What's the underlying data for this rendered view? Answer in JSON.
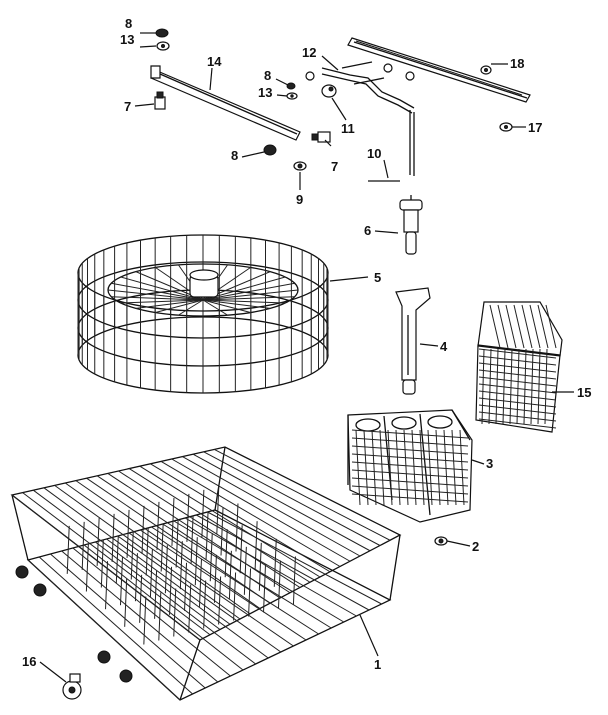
{
  "callouts": {
    "c1": "1",
    "c2": "2",
    "c3": "3",
    "c4": "4",
    "c5": "5",
    "c6": "6",
    "c7a": "7",
    "c7b": "7",
    "c8a": "8",
    "c8b": "8",
    "c8c": "8",
    "c9": "9",
    "c10": "10",
    "c11": "11",
    "c12": "12",
    "c13a": "13",
    "c13b": "13",
    "c14": "14",
    "c15": "15",
    "c16": "16",
    "c17": "17",
    "c18": "18"
  }
}
